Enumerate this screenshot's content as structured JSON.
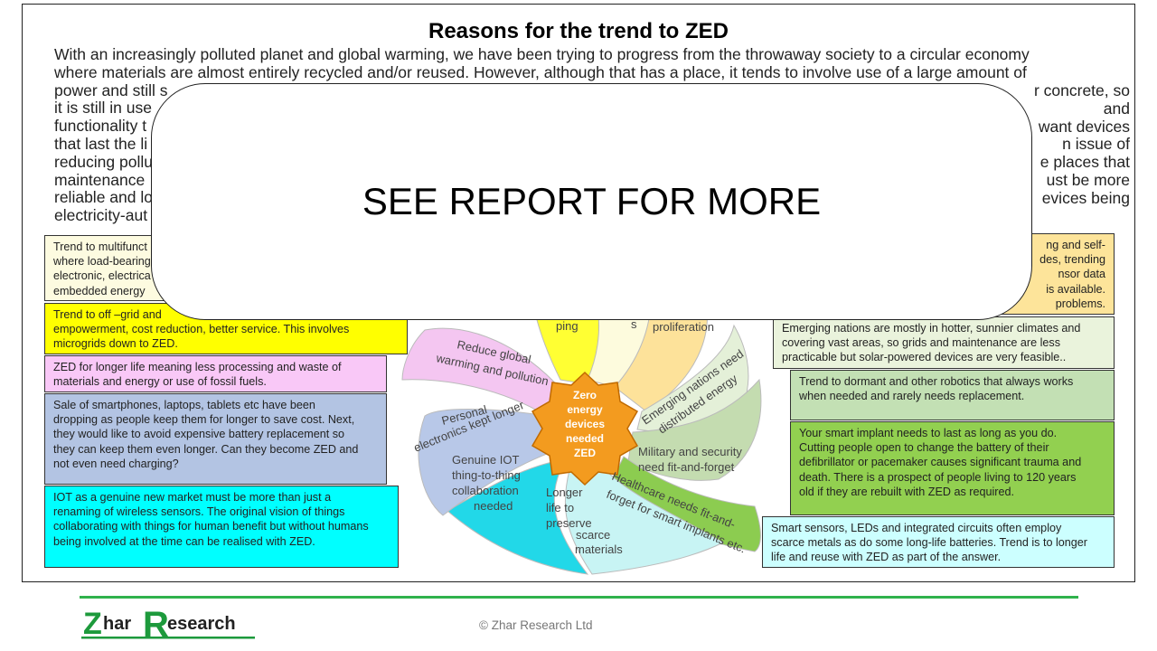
{
  "slide": {
    "title": "Reasons for the trend to ZED",
    "intro_lines": [
      "With an increasingly polluted planet and global warming, we have been trying to progress from the throwaway society to a circular economy",
      "where materials are almost entirely recycled and/or reused. However, although that has a place, it tends to involve use of a large amount of",
      "power and still s",
      "it is still in use",
      "functionality t",
      "that last the li",
      "reducing pollu",
      "maintenance",
      "reliable and lo",
      "electricity-aut"
    ],
    "intro_right_fragments": [
      "r concrete, so",
      "and",
      "want devices",
      "n issue of",
      "e places that",
      "ust be more",
      "evices being"
    ]
  },
  "overlay": {
    "text": "SEE REPORT FOR MORE"
  },
  "left_boxes": [
    {
      "id": "multifunction",
      "text": "Trend to multifunct\nwhere load-bearing\nelectronic, electrica\nembedded energy",
      "color": "#fdfbe0"
    },
    {
      "id": "off-grid",
      "text": "Trend to off –grid and\nempowerment, cost reduction, better service. This involves\nmicrogrids down to ZED.",
      "color": "#ffff00"
    },
    {
      "id": "longer-life",
      "text": "ZED for longer life meaning less processing and waste of\nmaterials and energy or use of fossil fuels.",
      "color": "#f9c8f7"
    },
    {
      "id": "smartphones",
      "text": "Sale of smartphones, laptops, tablets etc have been\ndropping as people keep them for longer to save cost. Next,\nthey would like to avoid expensive battery replacement so\nthey can keep them even longer. Can they become ZED and\nnot even need charging?",
      "color": "#b3c4e3"
    },
    {
      "id": "iot",
      "text": "IOT as a genuine new market must be more than just a\nrenaming of wireless sensors. The original vision of things\ncollaborating with things for human benefit but without humans\nbeing involved at the time can be realised with ZED.",
      "color": "#00ffff"
    }
  ],
  "right_boxes": [
    {
      "id": "sensing",
      "text": "ng and self-\ndes, trending\nnsor data\n is available.\nproblems.",
      "color": "#fde49a"
    },
    {
      "id": "emerging",
      "text": "Emerging nations are mostly in hotter, sunnier climates and\ncovering vast areas, so grids and maintenance are less\npracticable but solar-powered devices are very feasible..",
      "color": "#eaf3dc"
    },
    {
      "id": "dormant-robotics",
      "text": "Trend to dormant and other robotics that always works\nwhen needed and rarely needs replacement.",
      "color": "#c3e0b4"
    },
    {
      "id": "smart-implant",
      "text": "Your smart implant needs to last as long as you do.\nCutting people open to change the battery of their\ndefibrillator or pacemaker causes significant trauma and\ndeath. There is a prospect of people living to 120 years\nold if they are rebuilt with ZED as required.",
      "color": "#92d050"
    },
    {
      "id": "smart-sensors",
      "text": "Smart sensors, LEDs and integrated circuits often employ\nscarce metals as do some long-life batteries. Trend is to longer\nlife and reuse with ZED as part of the answer.",
      "color": "#ccffff"
    }
  ],
  "diagram": {
    "center": [
      "Zero",
      "energy",
      "devices",
      "needed",
      "ZED"
    ],
    "petals": [
      {
        "name": "reduce-global",
        "lines": [
          "Reduce global",
          "warming and pollution"
        ],
        "color": "#f4c6f1"
      },
      {
        "name": "personal-electronics",
        "lines": [
          "Personal",
          "electronics kept longer"
        ],
        "color": "#b8c8e8"
      },
      {
        "name": "genuine-iot",
        "lines": [
          "Genuine IOT",
          "thing-to-thing",
          "collaboration",
          "needed"
        ],
        "color": "#22d8e8"
      },
      {
        "name": "longer-life",
        "lines": [
          "Longer",
          "life to",
          "preserve",
          "scarce",
          "materials"
        ],
        "color": "#c8f4f4"
      },
      {
        "name": "healthcare",
        "lines": [
          "Healthcare needs fit-and-",
          "forget for smart implants etc."
        ],
        "color": "#8ccc50"
      },
      {
        "name": "military",
        "lines": [
          "Military and security",
          "need fit-and-forget"
        ],
        "color": "#c4dcb0"
      },
      {
        "name": "emerging-nations",
        "lines": [
          "Emerging nations need",
          "distributed energy"
        ],
        "color": "#e4f0d8"
      },
      {
        "name": "proliferation",
        "lines": [
          "proliferation"
        ],
        "color": "#fde29a"
      },
      {
        "name": "pale-petal",
        "lines": [
          "s"
        ],
        "color": "#fdfbdd"
      },
      {
        "name": "yellow-petal",
        "lines": [
          "ping"
        ],
        "color": "#ffff33"
      }
    ]
  },
  "footer": {
    "logo_left": "Zhar",
    "logo_big": "R",
    "logo_right": "esearch",
    "copyright": "© Zhar Research Ltd",
    "accent_color": "#2fb24c"
  }
}
